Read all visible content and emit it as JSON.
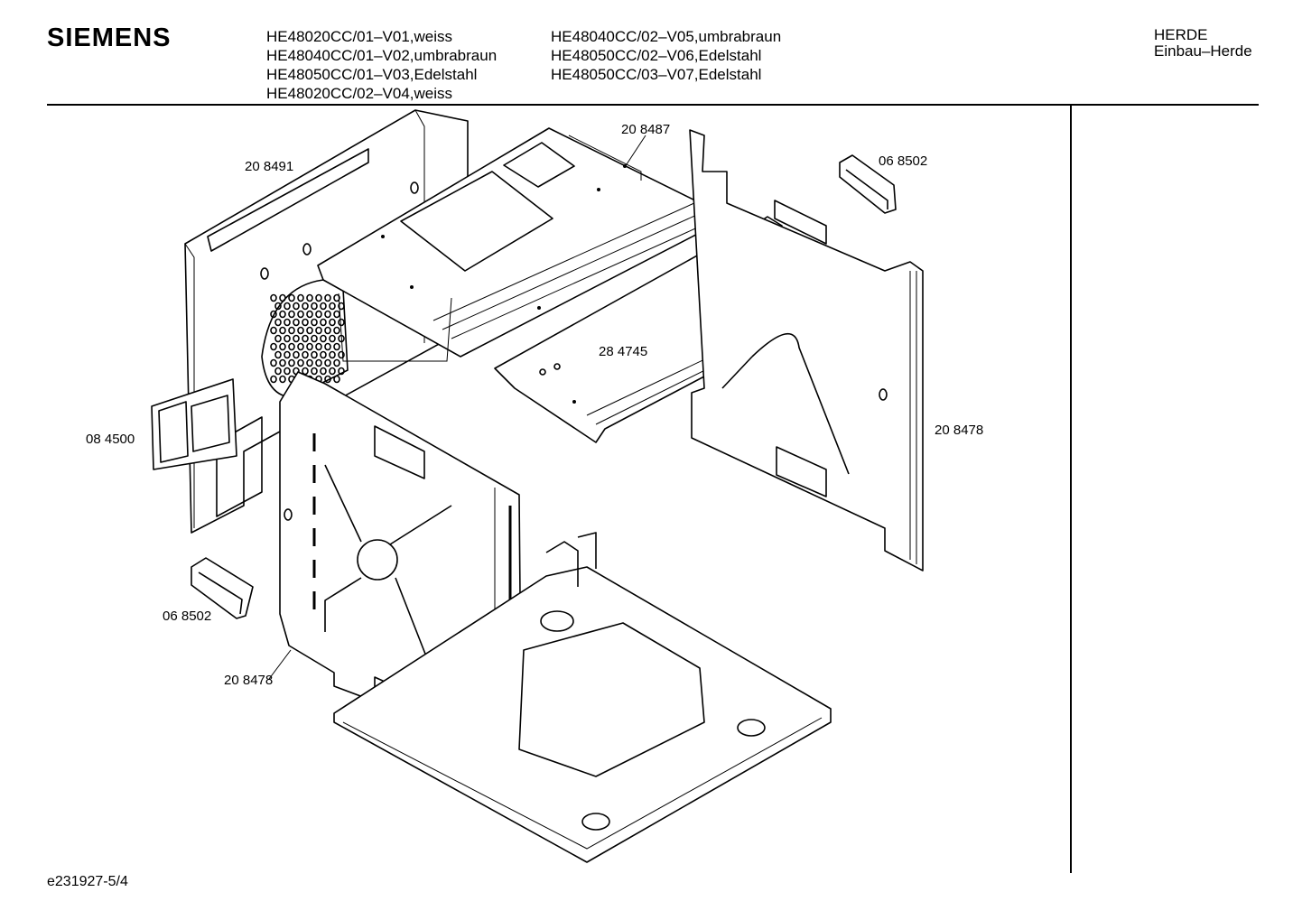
{
  "header": {
    "brand": "SIEMENS",
    "models_col1": [
      "HE48020CC/01–V01,weiss",
      "HE48040CC/01–V02,umbrabraun",
      "HE48050CC/01–V03,Edelstahl",
      "HE48020CC/02–V04,weiss"
    ],
    "models_col2": [
      "HE48040CC/02–V05,umbrabraun",
      "HE48050CC/02–V06,Edelstahl",
      "HE48050CC/03–V07,Edelstahl"
    ],
    "category_line1": "HERDE",
    "category_line2": "Einbau–Herde"
  },
  "parts": {
    "p208491": "20 8491",
    "p208487": "20 8487",
    "p068502_top": "06 8502",
    "p284745": "28 4745",
    "p208478_right": "20 8478",
    "p084500": "08 4500",
    "p068502_left": "06 8502",
    "p208478_left": "20 8478"
  },
  "footer": {
    "drawing_id": "e231927-5/4"
  }
}
